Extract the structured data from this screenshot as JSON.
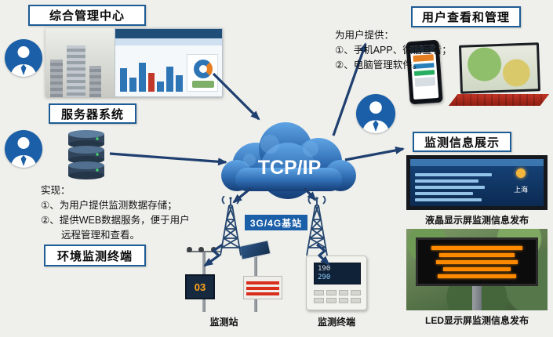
{
  "nodes": {
    "management_center": {
      "label": "综合管理中心"
    },
    "server_system": {
      "label": "服务器系统"
    },
    "user_management": {
      "label": "用户查看和管理"
    },
    "monitor_info_display": {
      "label": "监测信息展示"
    },
    "env_monitor_terminal": {
      "label": "环境监测终端"
    },
    "cloud": {
      "label": "TCP/IP"
    },
    "base_station": {
      "label": "3G/4G基站"
    }
  },
  "notes": {
    "user_provide": {
      "line1": "为用户提供：",
      "line2": "①、手机APP、微信查看；",
      "line3": "②、电脑管理软件。"
    },
    "realize": {
      "line1": "实现：",
      "line2": "①、为用户提供监测数据存储；",
      "line3": "②、提供WEB数据服务，便于用户",
      "line4": "远程管理和查看。"
    }
  },
  "captions": {
    "lcd": "液晶显示屏监测信息发布",
    "led": "LED显示屏监测信息发布",
    "station": "监测站",
    "terminal": "监测终端"
  },
  "devices": {
    "station_display_value": "03",
    "terminal_display_line1": "190",
    "terminal_display_line2": "290",
    "lcd_city": "上海"
  },
  "colors": {
    "background": "#efefeb",
    "label_border": "#1d5c94",
    "icon_blue": "#1a5fa8",
    "arrow": "#1e3f6f",
    "base_station_bg": "#1a5fa8",
    "led_orange": "#ff8a00",
    "cloud_dark": "#143d75",
    "cloud_light": "#5fa4e4"
  }
}
